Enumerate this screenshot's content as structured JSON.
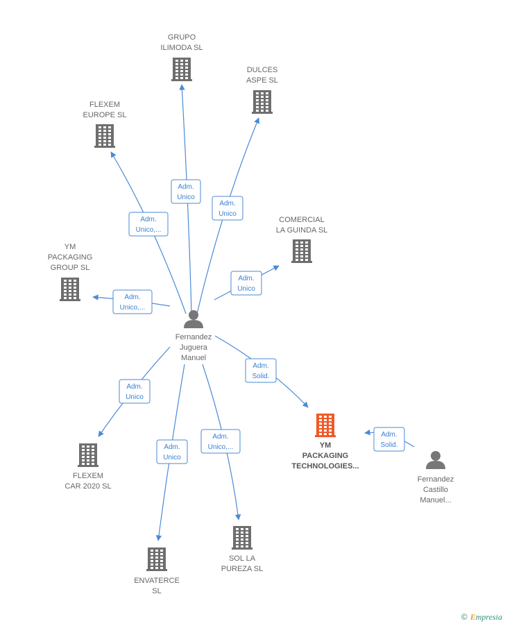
{
  "nodes": [
    {
      "id": "grupo_ilimoda",
      "type": "company",
      "label": [
        "GRUPO",
        "ILIMODA  SL"
      ],
      "highlight": false
    },
    {
      "id": "dulces_aspe",
      "type": "company",
      "label": [
        "DULCES",
        "ASPE SL"
      ],
      "highlight": false
    },
    {
      "id": "flexem_europe",
      "type": "company",
      "label": [
        "FLEXEM",
        "EUROPE  SL"
      ],
      "highlight": false
    },
    {
      "id": "comercial_la_guinda",
      "type": "company",
      "label": [
        "COMERCIAL",
        "LA GUINDA SL"
      ],
      "highlight": false
    },
    {
      "id": "ym_packaging_group",
      "type": "company",
      "label": [
        "YM",
        "PACKAGING",
        "GROUP  SL"
      ],
      "highlight": false
    },
    {
      "id": "fernandez_juguera",
      "type": "person",
      "label": [
        "Fernandez",
        "Juguera",
        "Manuel"
      ],
      "highlight": false
    },
    {
      "id": "ym_packaging_tech",
      "type": "company",
      "label": [
        "YM",
        "PACKAGING",
        "TECHNOLOGIES..."
      ],
      "highlight": true
    },
    {
      "id": "fernandez_castillo",
      "type": "person",
      "label": [
        "Fernandez",
        "Castillo",
        "Manuel..."
      ],
      "highlight": false
    },
    {
      "id": "flexem_car_2020",
      "type": "company",
      "label": [
        "FLEXEM",
        "CAR 2020  SL"
      ],
      "highlight": false
    },
    {
      "id": "envaterce",
      "type": "company",
      "label": [
        "ENVATERCE",
        "SL"
      ],
      "highlight": false
    },
    {
      "id": "sol_la_pureza",
      "type": "company",
      "label": [
        "SOL LA",
        "PUREZA SL"
      ],
      "highlight": false
    }
  ],
  "edges": [
    {
      "from": "fernandez_juguera",
      "to": "grupo_ilimoda",
      "label": [
        "Adm.",
        "Unico"
      ]
    },
    {
      "from": "fernandez_juguera",
      "to": "dulces_aspe",
      "label": [
        "Adm.",
        "Unico"
      ]
    },
    {
      "from": "fernandez_juguera",
      "to": "flexem_europe",
      "label": [
        "Adm.",
        "Unico,..."
      ]
    },
    {
      "from": "fernandez_juguera",
      "to": "comercial_la_guinda",
      "label": [
        "Adm.",
        "Unico"
      ]
    },
    {
      "from": "fernandez_juguera",
      "to": "ym_packaging_group",
      "label": [
        "Adm.",
        "Unico,..."
      ]
    },
    {
      "from": "fernandez_juguera",
      "to": "ym_packaging_tech",
      "label": [
        "Adm.",
        "Solid."
      ]
    },
    {
      "from": "fernandez_castillo",
      "to": "ym_packaging_tech",
      "label": [
        "Adm.",
        "Solid."
      ]
    },
    {
      "from": "fernandez_juguera",
      "to": "flexem_car_2020",
      "label": [
        "Adm.",
        "Unico"
      ]
    },
    {
      "from": "fernandez_juguera",
      "to": "envaterce",
      "label": [
        "Adm.",
        "Unico"
      ]
    },
    {
      "from": "fernandez_juguera",
      "to": "sol_la_pureza",
      "label": [
        "Adm.",
        "Unico,..."
      ]
    }
  ],
  "colors": {
    "company": "#6e6e6e",
    "company_highlight": "#f05a28",
    "person": "#777777",
    "edge": "#4a8ad6"
  },
  "footer": {
    "copyright": "©",
    "brand_initial": "E",
    "brand_rest": "mpresia"
  }
}
